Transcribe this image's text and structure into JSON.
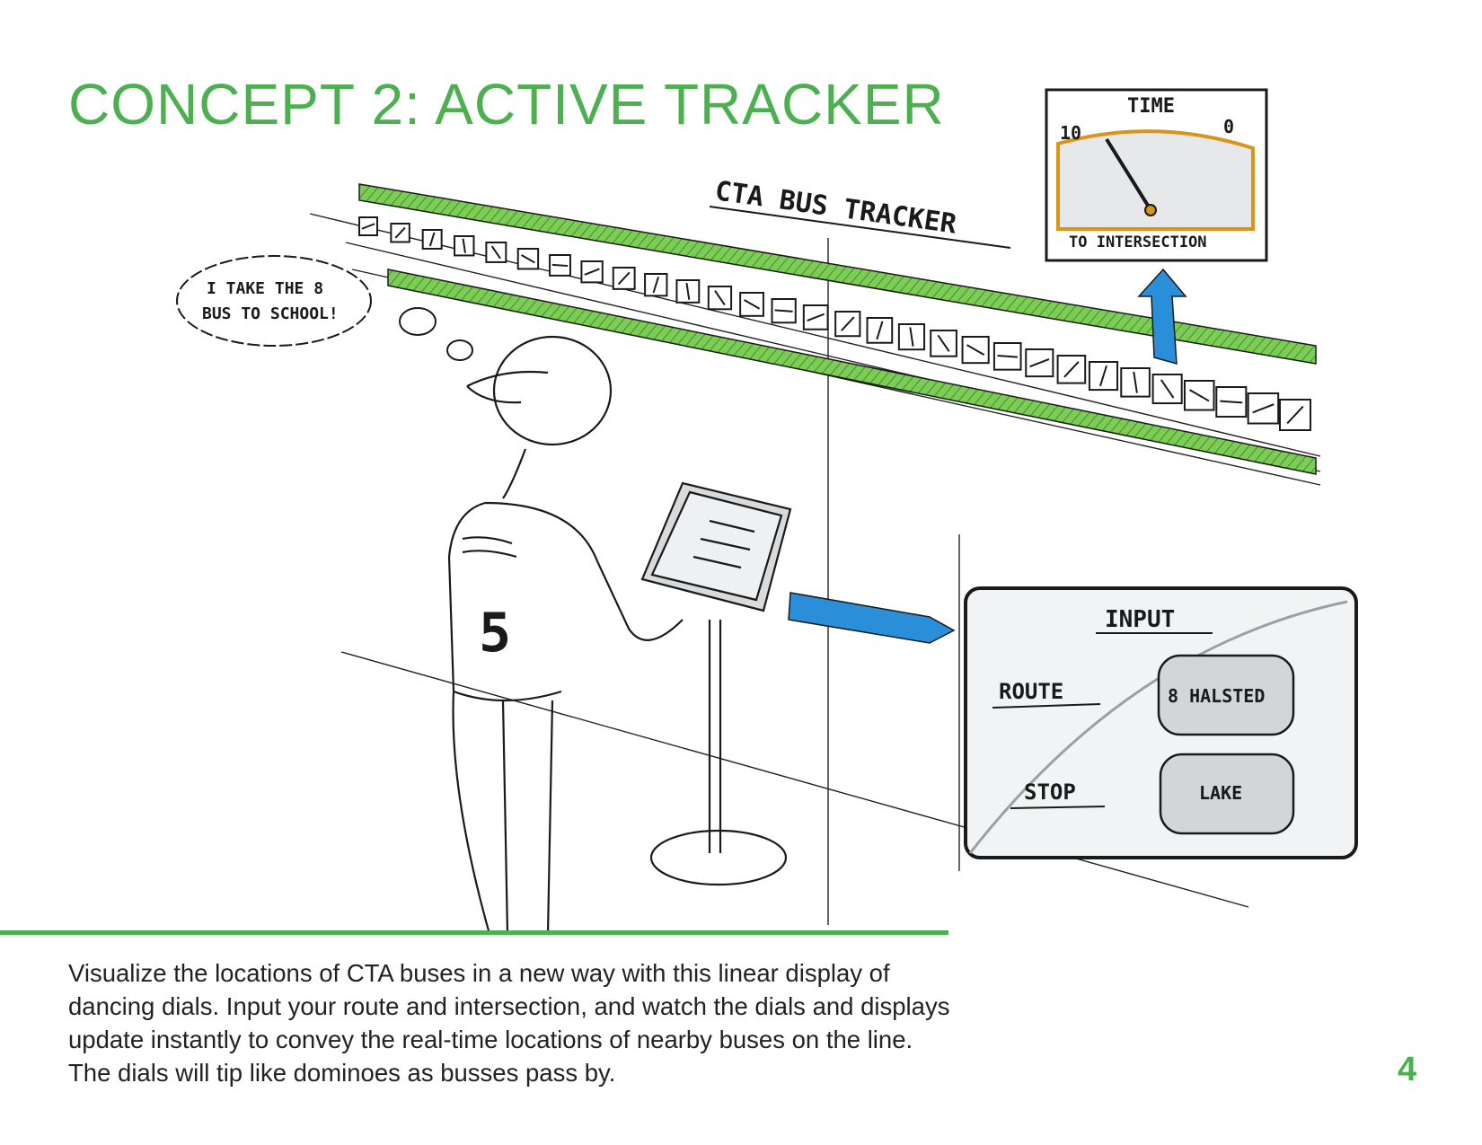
{
  "page": {
    "title": "CONCEPT 2: ACTIVE TRACKER",
    "caption": "Visualize the locations of CTA buses in a new way with this linear display of dancing dials. Input your route and intersection, and watch the dials and displays update instantly to convey the real-time locations of nearby buses on the line. The dials will tip like dominoes as busses pass by.",
    "page_number": "4"
  },
  "sketch": {
    "tracker_label": "CTA BUS TRACKER",
    "thought_bubble": [
      "I TAKE THE 8",
      "BUS TO SCHOOL!"
    ],
    "jersey_number": "5",
    "time_display": {
      "title": "TIME",
      "scale_max": "10",
      "scale_min": "0",
      "caption": "TO INTERSECTION"
    },
    "input_panel": {
      "title": "INPUT",
      "route_label": "ROUTE",
      "route_value": "8 HALSTED",
      "stop_label": "STOP",
      "stop_value": "LAKE"
    }
  },
  "colors": {
    "accent_green": "#4caf50",
    "sketch_green": "#6cc04a",
    "arrow_blue": "#2a8fd8",
    "dial_orange": "#d9941a",
    "ink": "#1a1a1a"
  }
}
